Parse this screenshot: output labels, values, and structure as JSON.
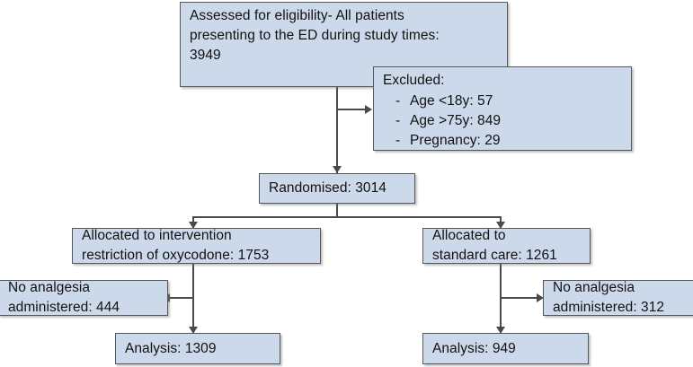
{
  "diagram": {
    "type": "consort-flow-diagram",
    "colors": {
      "box_fill": "#ccd9ea",
      "box_border": "#575757",
      "connector": "#4a4a4a",
      "background": "#ffffff",
      "text": "#111111"
    },
    "nodes": {
      "assessed": {
        "lines": [
          "Assessed for eligibility- All patients",
          "presenting to the ED during study times:",
          "3949"
        ],
        "value": 3949
      },
      "excluded": {
        "title": "Excluded:",
        "items": [
          {
            "dash": "-",
            "text": "Age <18y: 57",
            "value": 57
          },
          {
            "dash": "-",
            "text": "Age >75y: 849",
            "value": 849
          },
          {
            "dash": "-",
            "text": "Pregnancy: 29",
            "value": 29
          }
        ]
      },
      "randomised": {
        "label": "Randomised: 3014",
        "value": 3014
      },
      "alloc_intervention": {
        "line1": "Allocated to intervention",
        "line2": "restriction of oxycodone: 1753",
        "value": 1753
      },
      "alloc_standard": {
        "line1": "Allocated to",
        "line2": "standard care: 1261",
        "value": 1261
      },
      "no_analgesia_left": {
        "line1": "No analgesia",
        "line2": "administered: 444",
        "value": 444
      },
      "no_analgesia_right": {
        "line1": "No analgesia",
        "line2": "administered: 312",
        "value": 312
      },
      "analysis_left": {
        "label": "Analysis: 1309",
        "value": 1309
      },
      "analysis_right": {
        "label": "Analysis: 949",
        "value": 949
      }
    }
  }
}
